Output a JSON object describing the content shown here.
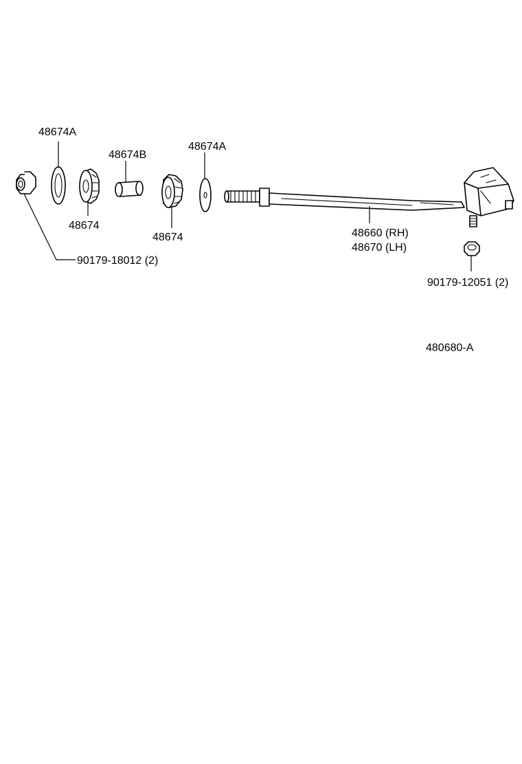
{
  "labels": {
    "washer_a_left": "48674A",
    "spacer_b": "48674B",
    "washer_a_right": "48674A",
    "bushing_left": "48674",
    "bushing_right": "48674",
    "nut_left": "90179-18012 (2)",
    "arm_rh": "48660 (RH)",
    "arm_lh": "48670 (LH)",
    "nut_right": "90179-12051 (2)",
    "diagram_code": "480680-A"
  }
}
